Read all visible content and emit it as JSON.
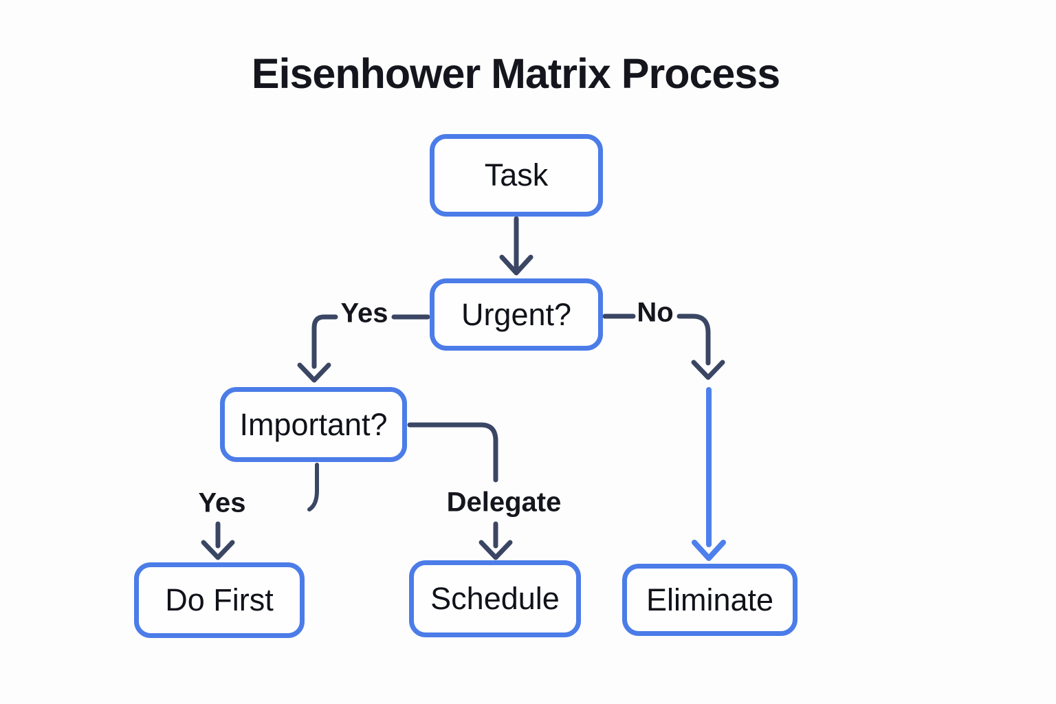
{
  "title": "Eisenhower Matrix Process",
  "colors": {
    "node_border": "#4b7ce8",
    "node_fill": "#fefefe",
    "edge_dark": "#3a4663",
    "edge_blue": "#4e80ec",
    "text": "#15161d",
    "background": "#fdfdfd"
  },
  "diagram": {
    "nodes": [
      {
        "id": "task",
        "label": "Task"
      },
      {
        "id": "urgent",
        "label": "Urgent?"
      },
      {
        "id": "important",
        "label": "Important?"
      },
      {
        "id": "do-first",
        "label": "Do First"
      },
      {
        "id": "schedule",
        "label": "Schedule"
      },
      {
        "id": "eliminate",
        "label": "Eliminate"
      }
    ],
    "edges": [
      {
        "from": "task",
        "to": "urgent",
        "label": ""
      },
      {
        "from": "urgent",
        "to": "important",
        "label": "Yes"
      },
      {
        "from": "urgent",
        "to": "eliminate",
        "label": "No"
      },
      {
        "from": "important",
        "to": "do-first",
        "label": "Yes"
      },
      {
        "from": "important",
        "to": "schedule",
        "label": "Delegate"
      }
    ]
  }
}
